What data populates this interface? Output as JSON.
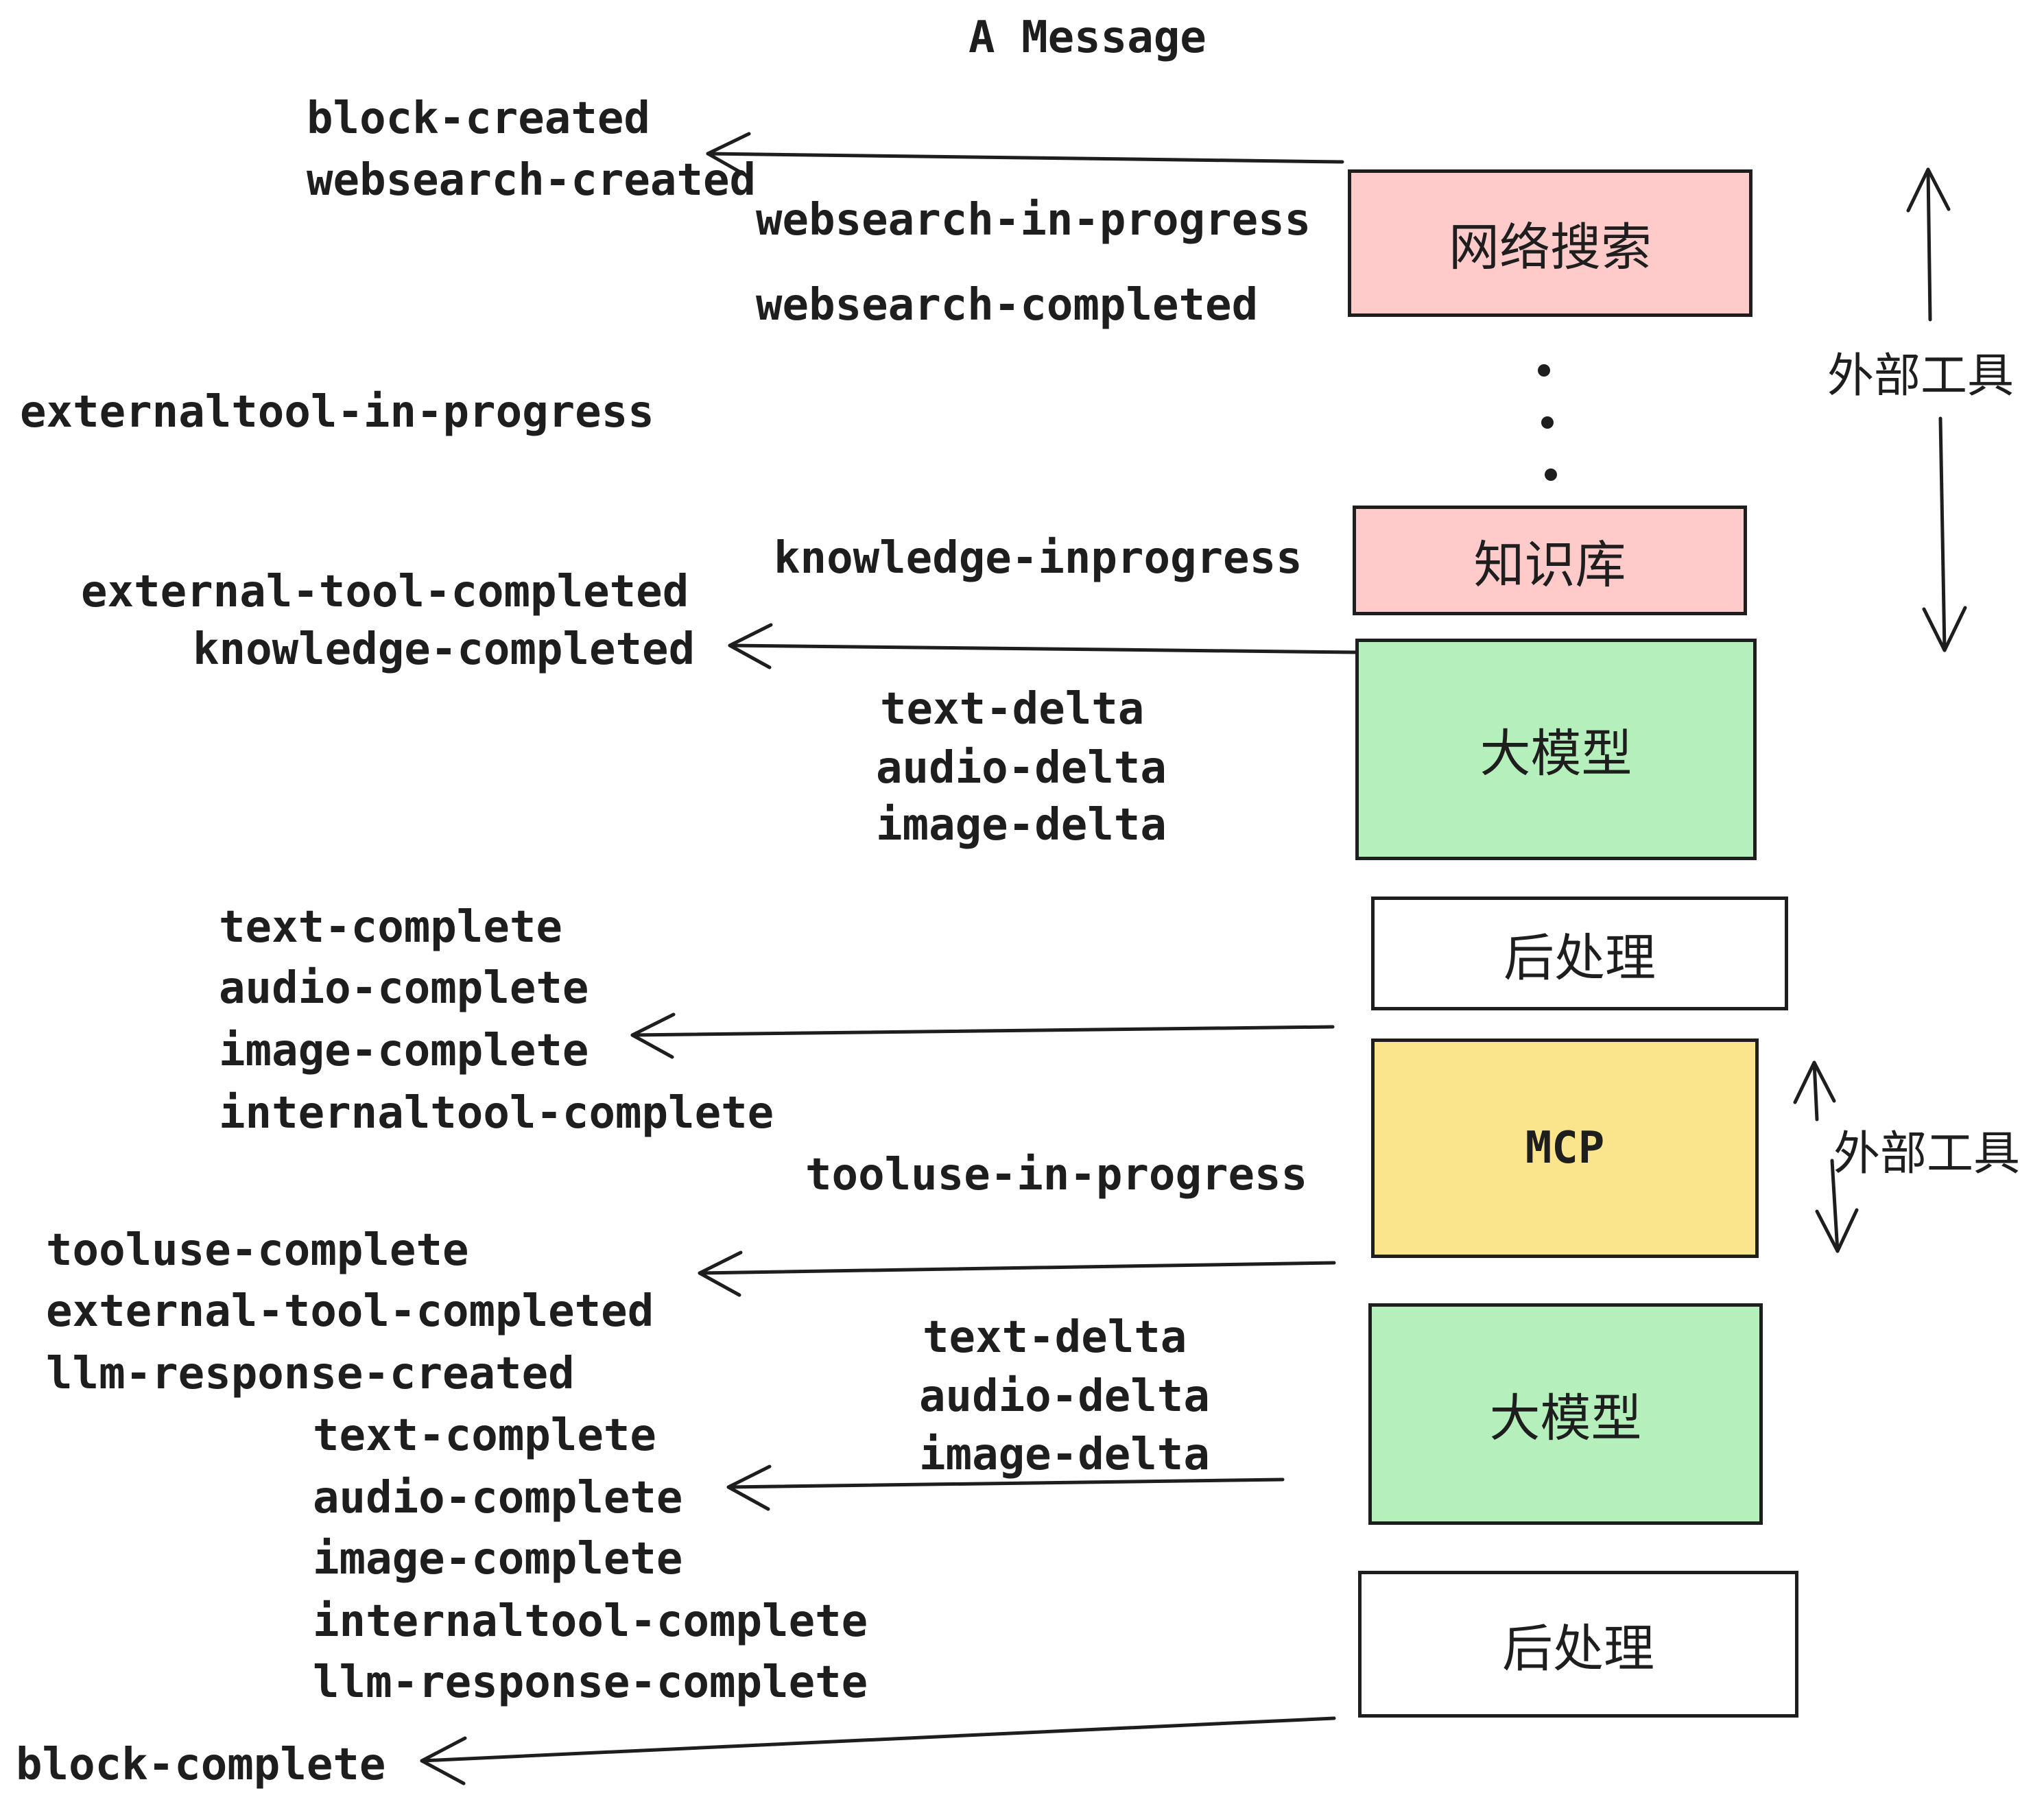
{
  "title": "A Message",
  "colors": {
    "stroke": "#1e1e1e",
    "pink": "#fecaca",
    "green": "#b5efbb",
    "yellow": "#fae58c",
    "white": "#ffffff"
  },
  "events": {
    "block_created": "block-created",
    "websearch_created": "websearch-created",
    "websearch_in_progress": "websearch-in-progress",
    "websearch_completed": "websearch-completed",
    "externaltool_in_progress": "externaltool-in-progress",
    "knowledge_inprogress": "knowledge-inprogress",
    "external_tool_completed": "external-tool-completed",
    "knowledge_completed": "knowledge-completed",
    "text_delta": "text-delta",
    "audio_delta": "audio-delta",
    "image_delta": "image-delta",
    "text_complete": "text-complete",
    "audio_complete": "audio-complete",
    "image_complete": "image-complete",
    "internaltool_complete": "internaltool-complete",
    "tooluse_in_progress": "tooluse-in-progress",
    "tooluse_complete": "tooluse-complete",
    "llm_response_created": "llm-response-created",
    "llm_response_complete": "llm-response-complete",
    "block_complete": "block-complete"
  },
  "boxes": {
    "web_search": {
      "label": "网络搜索",
      "fill": "#fecaca"
    },
    "knowledge_base": {
      "label": "知识库",
      "fill": "#fecaca"
    },
    "llm_1": {
      "label": "大模型",
      "fill": "#b5efbb"
    },
    "post_process_1": {
      "label": "后处理",
      "fill": "#ffffff"
    },
    "mcp": {
      "label": "MCP",
      "fill": "#fae58c"
    },
    "llm_2": {
      "label": "大模型",
      "fill": "#b5efbb"
    },
    "post_process_2": {
      "label": "后处理",
      "fill": "#ffffff"
    }
  },
  "side_labels": {
    "external_tools": "外部工具"
  }
}
